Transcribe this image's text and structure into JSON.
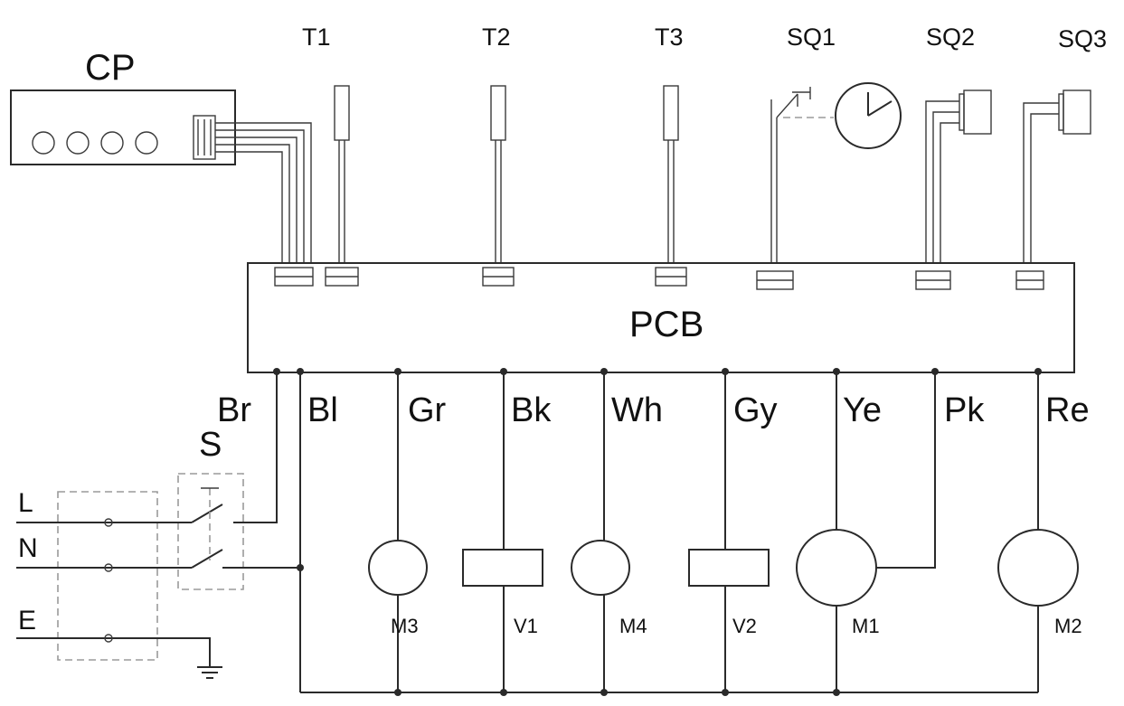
{
  "components": {
    "control_panel": "CP",
    "board": "PCB",
    "switch": "S",
    "sensors": [
      "T1",
      "T2",
      "T3",
      "SQ1",
      "SQ2",
      "SQ3"
    ],
    "wires": [
      "Br",
      "Bl",
      "Gr",
      "Bk",
      "Wh",
      "Gy",
      "Ye",
      "Pk",
      "Re"
    ],
    "loads": [
      "M3",
      "V1",
      "M4",
      "V2",
      "M1",
      "M2"
    ],
    "supply": [
      "L",
      "N",
      "E"
    ]
  }
}
